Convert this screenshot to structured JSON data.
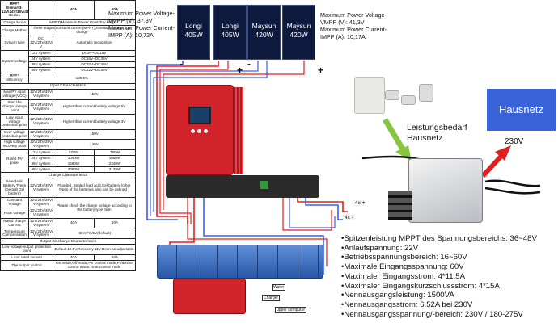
{
  "panels_left_specs": [
    "Maximum Power Voltage-VMPP (V): 37,8V",
    "Maximum Power Current-IMPP (A): 10,72A"
  ],
  "panels_right_specs": [
    "Maximum Power Voltage-VMPP (V): 41,3V",
    "Maximum Power Current-IMPP (A): 10,17A"
  ],
  "panels": [
    {
      "brand": "Longi",
      "power": "405W"
    },
    {
      "brand": "Longi",
      "power": "405W"
    },
    {
      "brand": "Maysun",
      "power": "420W"
    },
    {
      "brand": "Maysun",
      "power": "420W"
    }
  ],
  "terminals": {
    "minus": "-",
    "plus": "+"
  },
  "table": {
    "header": [
      "MPPT Esmart3-12V/24V/36V/48V Series",
      "40A",
      "60A"
    ],
    "rows": [
      [
        "Charge Mode",
        "MPPT(Maximum Power Point Tracking)"
      ],
      [
        "Charge Method",
        "Three stages(constant current(MPPT),constant voltage,float charge"
      ],
      [
        "System type",
        "DC 12V/24V/36V/48 V",
        "Automatic recognition"
      ],
      [
        "System voltage",
        "12V system",
        "DC9V~DC15V"
      ],
      [
        "",
        "24V system",
        "DC16V~DC30V"
      ],
      [
        "",
        "36V system",
        "DC32V~DC40V"
      ],
      [
        "",
        "48V system",
        "DC42V~DC60V"
      ],
      [
        "MPPT efficiency",
        "≥99.5%"
      ],
      [
        "Input Characteristics"
      ],
      [
        "Max.PV input voltage (VOC)",
        "12V/24V/36V/48 V system",
        "150V"
      ],
      [
        "Start the charge voltage point",
        "12V/24V/36V/48 V system",
        "Higher than current battery voltage 5V"
      ],
      [
        "Low input voltage protection point",
        "12V/24V/36V/48 V system",
        "Higher than current battery voltage 3V"
      ],
      [
        "Over voltage protection point",
        "12V/24V/36V/48 V system",
        "150V"
      ],
      [
        "High voltage recovery point",
        "12V/24V/36V/48 V system",
        "145V"
      ],
      [
        "Rated PV power",
        "12V system",
        "520W",
        "780W"
      ],
      [
        "",
        "24V system",
        "1040W",
        "1560W"
      ],
      [
        "",
        "36V system",
        "1560W",
        "2340W"
      ],
      [
        "",
        "48V system",
        "2080W",
        "3120W"
      ],
      [
        "Charge Characteristics"
      ],
      [
        "Selectable Battery Types (Default Gel battery)",
        "12V/24V/36V/48 V system",
        "Flooded ,Sealed lead acid,Gel battery (other types of the batteries also can be defined )"
      ],
      [
        "Constant Voltage",
        "12V/24V/36V/48 V system",
        ""
      ],
      [
        "Float Voltage",
        "12V/24V/36V/48 V system",
        "Please check the charge voltage according to the battery type form"
      ],
      [
        "Rated charge Current",
        "12V/24V/36V/48 V system",
        "40A",
        "60A"
      ],
      [
        "Temperature Compensation",
        "12V/24V/36V/48 V system",
        "-3mV/°C/2V(default)"
      ],
      [
        "Output Discharge Characteristics"
      ],
      [
        "Low voltage output protection point",
        "Default 10.5V,Recovery 11V,It can be adjustable"
      ],
      [
        "Load rated current",
        "40A",
        "60A"
      ],
      [
        "The output control",
        "On mode,Off mode,PV control mode,PV&Time control mode,Time control mode"
      ]
    ]
  },
  "hausnetz": {
    "label": "Hausnetz",
    "voltage": "230V"
  },
  "leistungsbedarf": [
    "Leistungsbedarf",
    "Hausnetz"
  ],
  "inverter_labels": [
    "4x +",
    "4x -"
  ],
  "bms_labels": [
    "Water",
    "Charger",
    "upper computer"
  ],
  "features": [
    "•Spitzenleistung MPPT des Spannungsbereichs: 36~48V",
    "•Anlaufspannung: 22V",
    "•Betriebsspannungsbereich: 16~60V",
    "•Maximale Eingangsspannung: 60V",
    "•Maximaler Eingangsstrom: 4*11.5A",
    "•Maximaler Eingangskurzschlussstrom: 4*15A",
    "•Nennausgangsleistung: 1500VA",
    "•Nennausgangsstrom: 6.52A bei 230V",
    "•Nennausgangsspannung/-bereich: 230V / 180-275V"
  ],
  "colors": {
    "wire_red": "#e31e1e",
    "wire_blue": "#3d5ff0",
    "hausnetz_box": "#3a63d8",
    "controller_red": "#d2232a",
    "panel_dark": "#0d1a3d"
  }
}
